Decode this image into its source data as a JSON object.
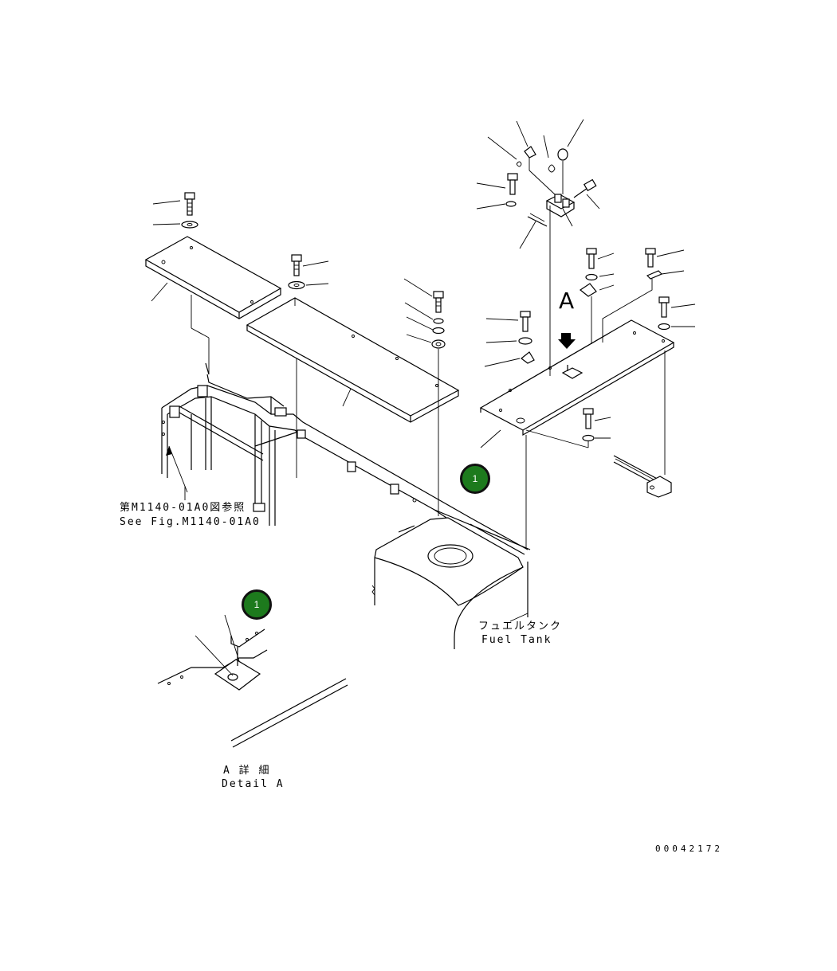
{
  "labels": {
    "ref_note_jp": "第M1140-01A0図参照",
    "ref_note_en": "See Fig.M1140-01A0",
    "fuel_tank_jp": "フュエルタンク",
    "fuel_tank_en": "Fuel Tank",
    "view_letter": "A",
    "detail_jp": "A 詳 細",
    "detail_en": "Detail A",
    "drawing_number": "00042172"
  },
  "callouts": [
    {
      "number": "1",
      "color": "#1d7a1d"
    },
    {
      "number": "1",
      "color": "#1d7a1d"
    }
  ]
}
